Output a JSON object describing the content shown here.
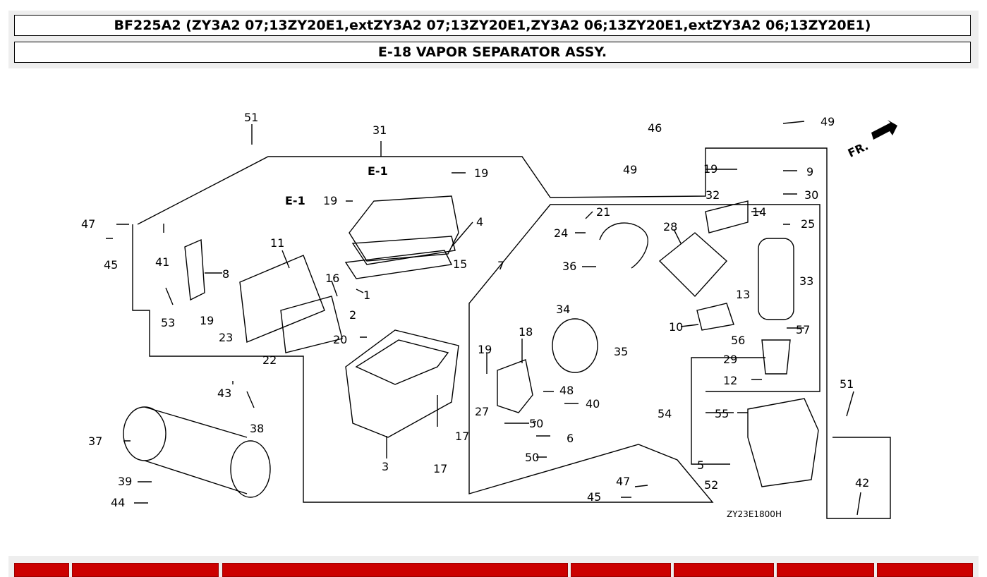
{
  "header": {
    "model": "BF225A2 (ZY3A2 07;13ZY20E1,extZY3A2 07;13ZY20E1,ZY3A2 06;13ZY20E1,extZY3A2 06;13ZY20E1)",
    "section": "E-18 VAPOR SEPARATOR ASSY."
  },
  "diagram": {
    "ref_code": "ZY23E1800H",
    "front_marker": "FR.",
    "ref_e1": "E-1",
    "callouts": {
      "n1": "1",
      "n2": "2",
      "n3": "3",
      "n4": "4",
      "n5": "5",
      "n6": "6",
      "n7": "7",
      "n8": "8",
      "n9": "9",
      "n10": "10",
      "n11": "11",
      "n12": "12",
      "n13": "13",
      "n14": "14",
      "n15": "15",
      "n16": "16",
      "n17": "17",
      "n18": "18",
      "n19": "19",
      "n20": "20",
      "n21": "21",
      "n22": "22",
      "n23": "23",
      "n24": "24",
      "n25": "25",
      "n27": "27",
      "n28": "28",
      "n29": "29",
      "n30": "30",
      "n31": "31",
      "n32": "32",
      "n33": "33",
      "n34": "34",
      "n35": "35",
      "n36": "36",
      "n37": "37",
      "n38": "38",
      "n39": "39",
      "n40": "40",
      "n41": "41",
      "n42": "42",
      "n43": "43",
      "n44": "44",
      "n45": "45",
      "n46": "46",
      "n47": "47",
      "n48": "48",
      "n49": "49",
      "n50": "50",
      "n51": "51",
      "n52": "52",
      "n53": "53",
      "n54": "54",
      "n55": "55",
      "n56": "56",
      "n57": "57"
    }
  },
  "colors": {
    "table_header": "#cc0000",
    "header_bg": "#eeeeee"
  }
}
